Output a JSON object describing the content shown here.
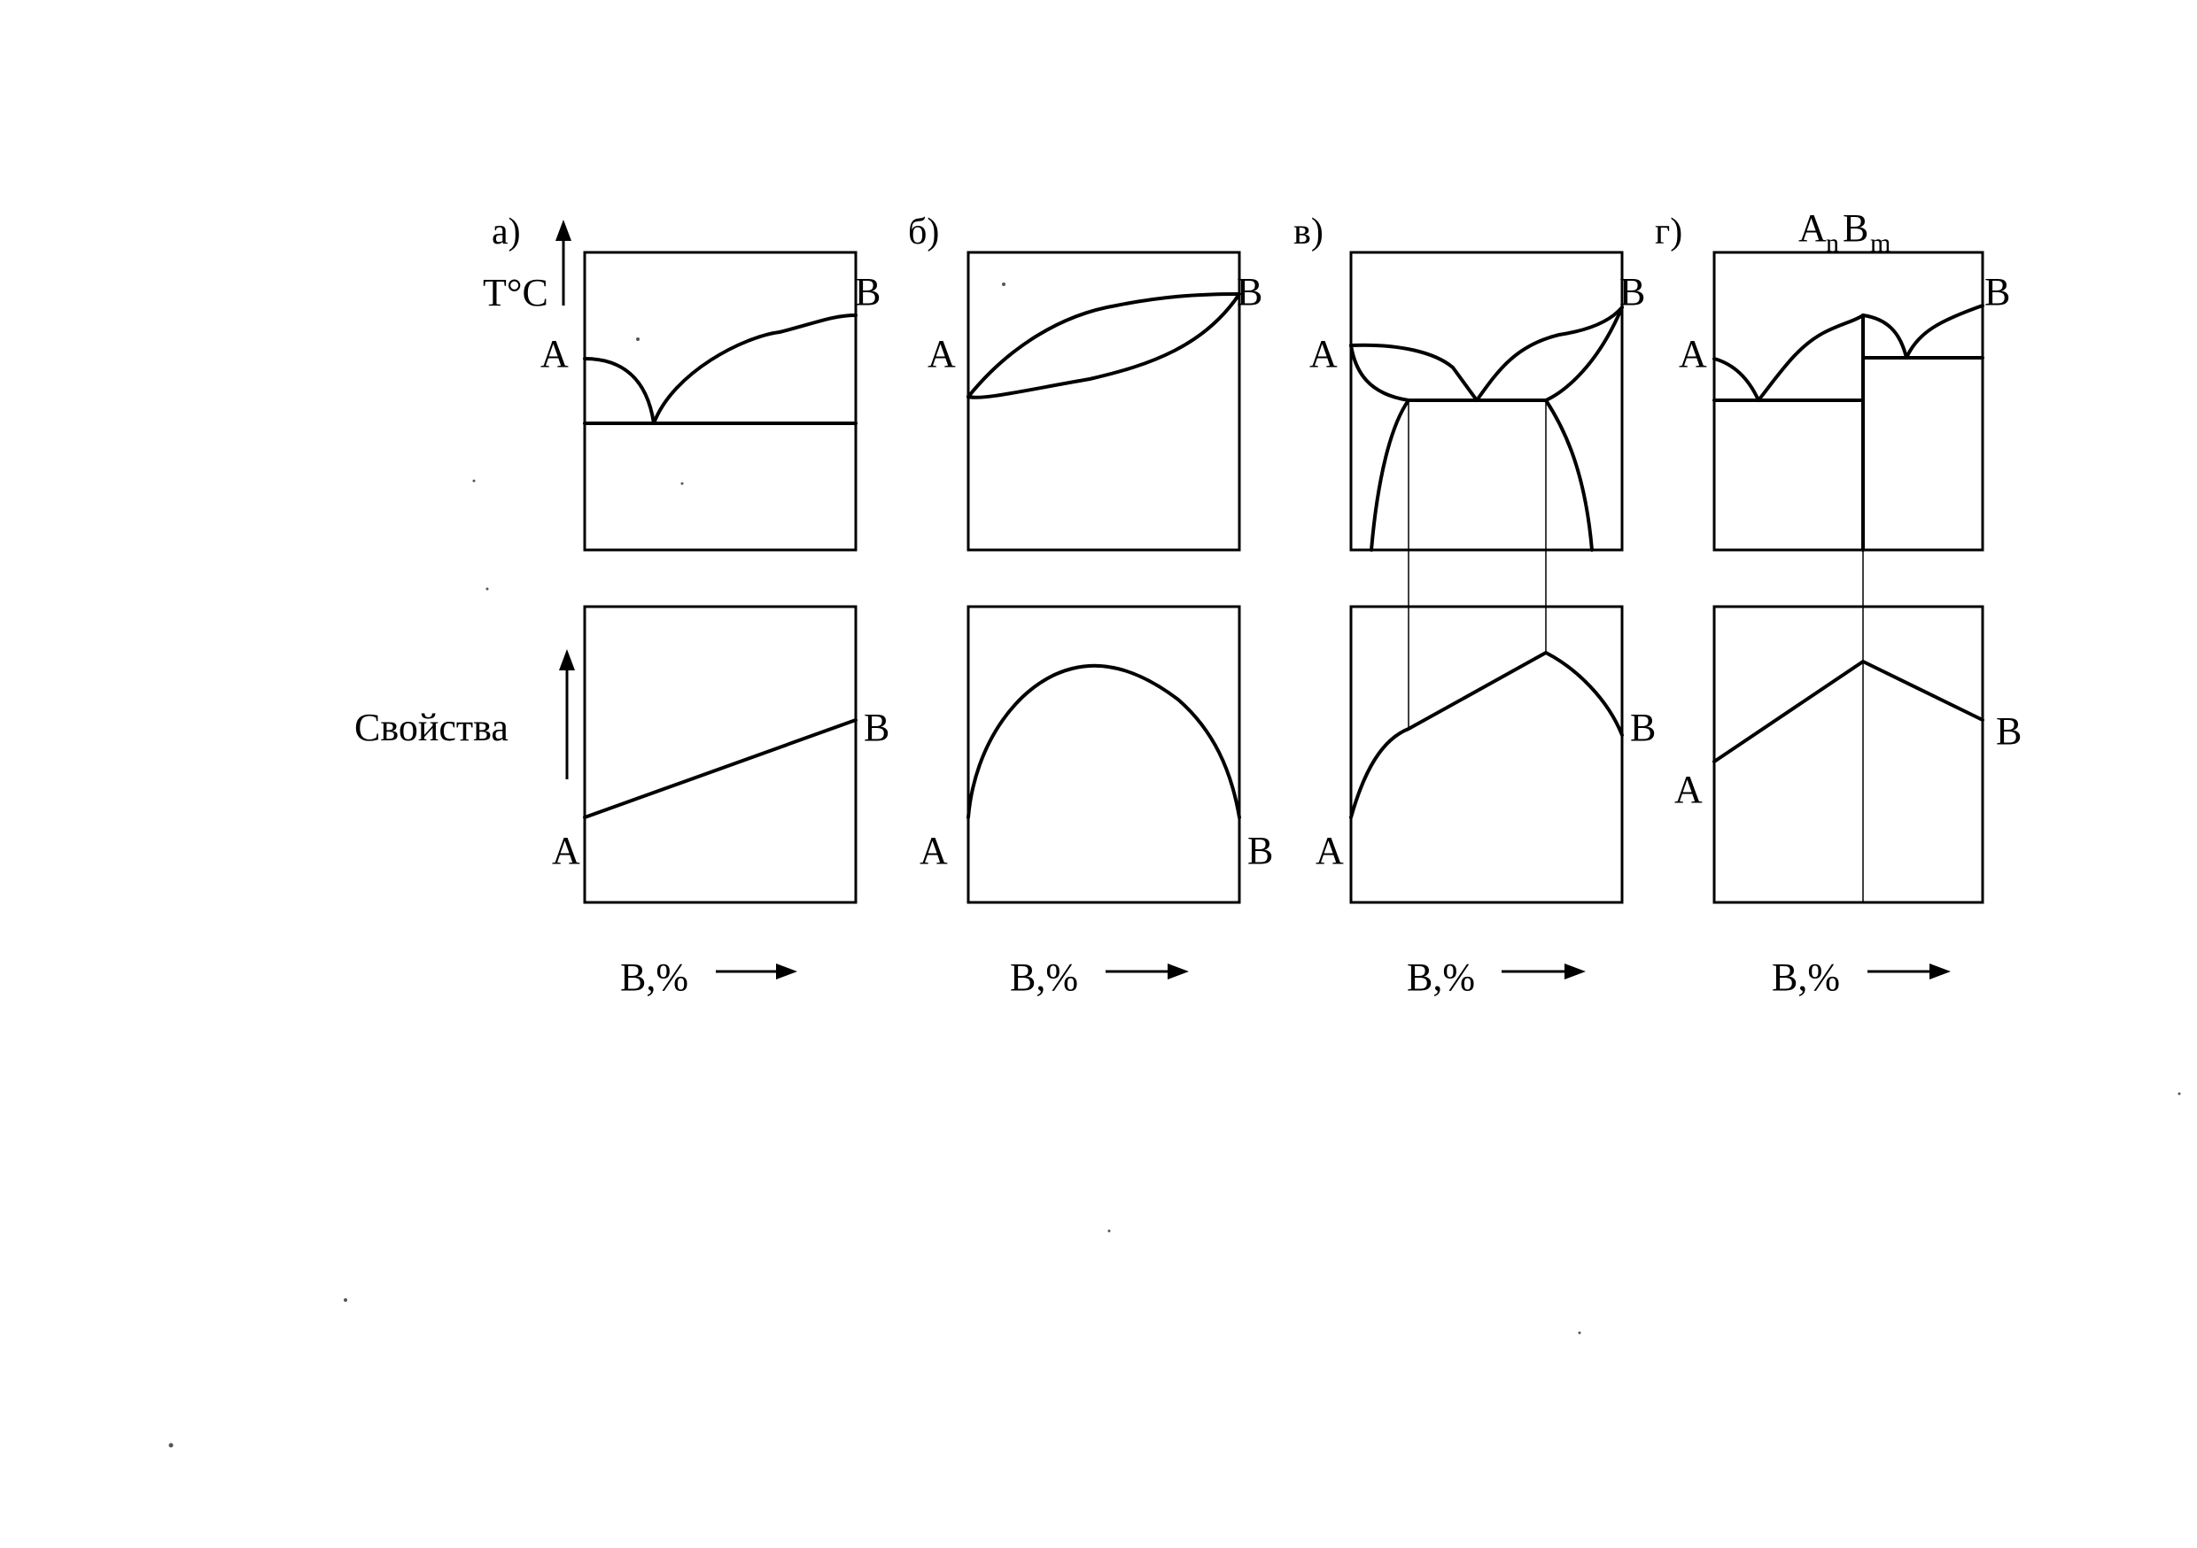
{
  "panels": [
    {
      "id": "a",
      "label": "а)",
      "axis_y_top": "T°C",
      "top_label_A": "A",
      "top_label_B": "B",
      "bottom_label_A": "A",
      "bottom_label_B": "B",
      "x_label": "B,%"
    },
    {
      "id": "b",
      "label": "б)",
      "top_label_A": "A",
      "top_label_B": "B",
      "bottom_label_A": "A",
      "bottom_label_B": "B",
      "x_label": "B,%"
    },
    {
      "id": "v",
      "label": "в)",
      "top_label_A": "A",
      "top_label_B": "B",
      "bottom_label_A": "A",
      "bottom_label_B": "B",
      "x_label": "B,%"
    },
    {
      "id": "g",
      "label": "г)",
      "compound_base_A": "A",
      "compound_sub_n": "n",
      "compound_base_B": "B",
      "compound_sub_m": "m",
      "top_label_A": "A",
      "top_label_B": "B",
      "bottom_label_A": "A",
      "bottom_label_B": "B",
      "x_label": "B,%"
    }
  ],
  "properties_label": "Свойства"
}
